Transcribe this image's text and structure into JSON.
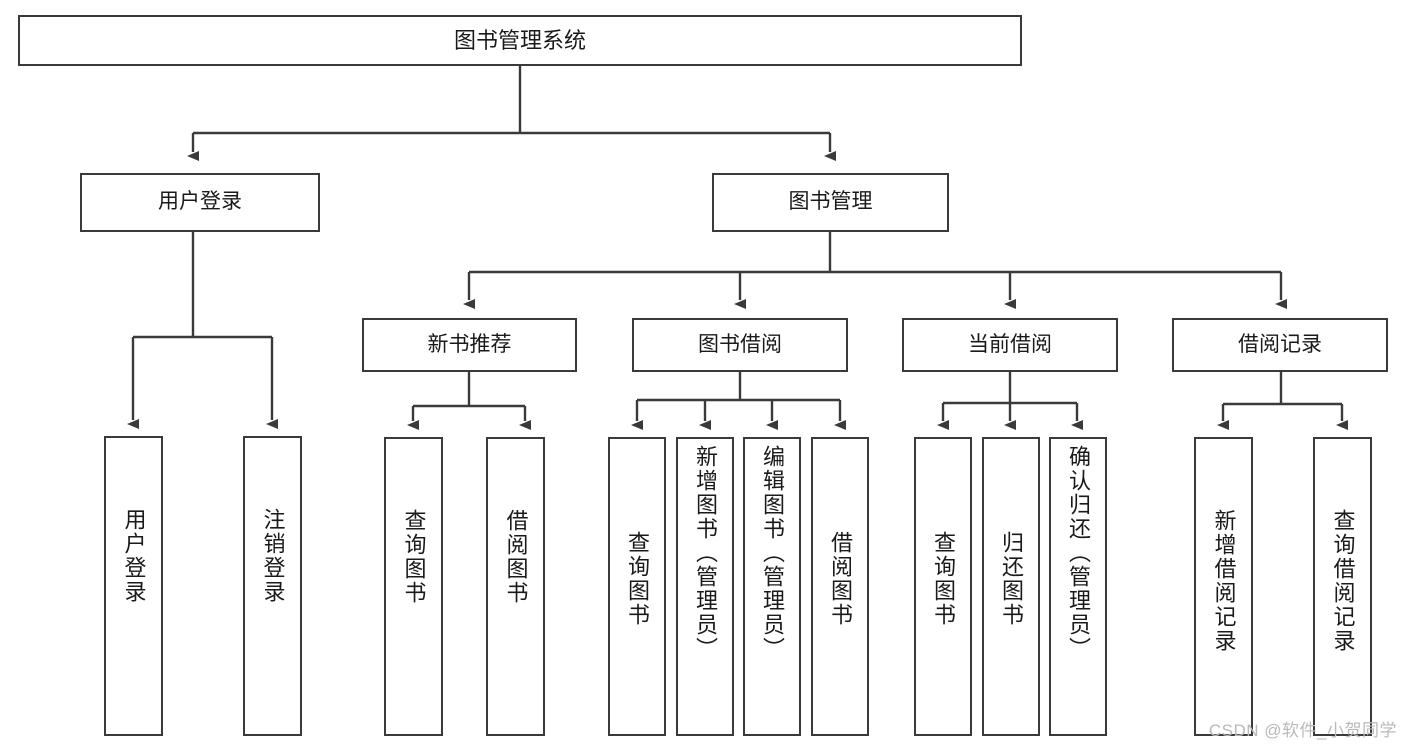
{
  "diagram": {
    "title": "图书管理系统",
    "type": "hierarchy-tree",
    "background_color": "#ffffff",
    "line_color": "#3a3a3a",
    "text_color": "#1a1a1a",
    "root": {
      "label": "图书管理系统"
    },
    "level1": [
      {
        "label": "用户登录"
      },
      {
        "label": "图书管理"
      }
    ],
    "level2": [
      {
        "label": "新书推荐"
      },
      {
        "label": "图书借阅"
      },
      {
        "label": "当前借阅"
      },
      {
        "label": "借阅记录"
      }
    ],
    "leaves": {
      "user_login": [
        {
          "label": "用户登录"
        },
        {
          "label": "注销登录"
        }
      ],
      "new_book_recommend": [
        {
          "label": "查询图书"
        },
        {
          "label": "借阅图书"
        }
      ],
      "book_borrow": [
        {
          "label": "查询图书"
        },
        {
          "label": "新增图书（管理员）"
        },
        {
          "label": "编辑图书（管理员）"
        },
        {
          "label": "借阅图书"
        }
      ],
      "current_borrow": [
        {
          "label": "查询图书"
        },
        {
          "label": "归还图书"
        },
        {
          "label": "确认归还（管理员）"
        }
      ],
      "borrow_record": [
        {
          "label": "新增借阅记录"
        },
        {
          "label": "查询借阅记录"
        }
      ]
    }
  },
  "watermark": {
    "text": "CSDN @软件_小贺同学"
  }
}
